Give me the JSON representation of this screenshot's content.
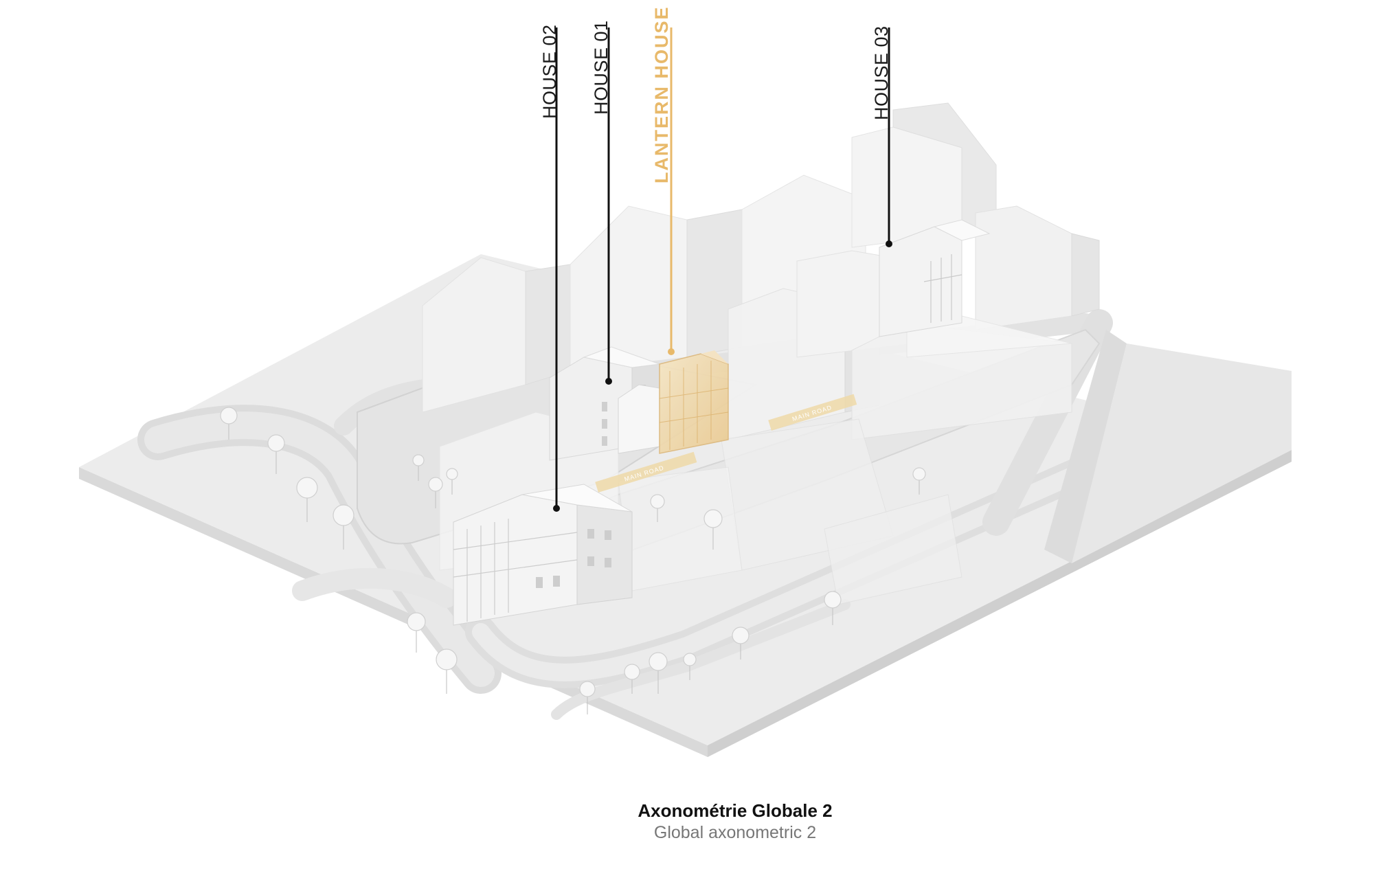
{
  "labels": {
    "house_02": "HOUSE 02",
    "house_01": "HOUSE 01",
    "lantern_house": "LANTERN HOUSE",
    "house_03": "HOUSE 03"
  },
  "road_labels": {
    "main_road_1": "MAIN ROAD",
    "main_road_2": "MAIN ROAD"
  },
  "caption": {
    "title": "Axonométrie Globale 2",
    "subtitle": "Global axonometric 2"
  },
  "colors": {
    "accent": "#e8b96a",
    "leader": "#111111",
    "massing": "#f1f1f1",
    "ground": "#ececec"
  }
}
